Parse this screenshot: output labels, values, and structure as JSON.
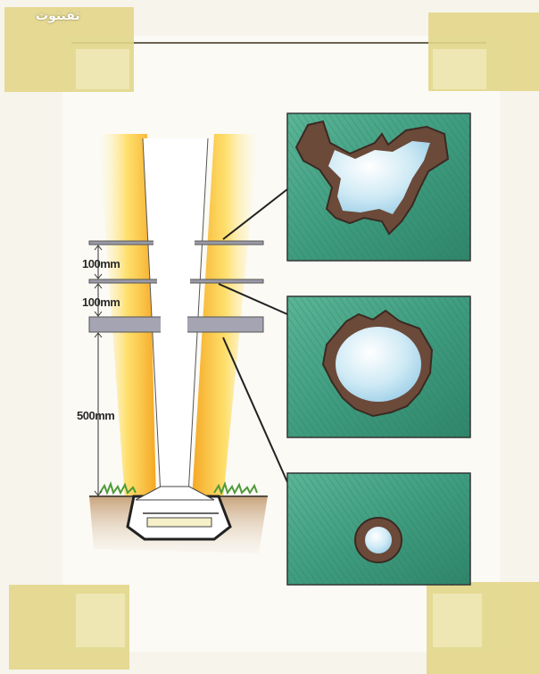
{
  "logo": {
    "text": "ثفبثوث"
  },
  "labels": {
    "gap_upper": "100mm",
    "gap_middle": "100mm",
    "gap_lower": "500mm"
  },
  "colors": {
    "paper": "#fbfaf5",
    "tape": "#e2d68a",
    "flame_core": "#ffffff",
    "flame_glow": "#ffd84a",
    "flame_outer": "#f5a623",
    "sheet": "#9a9aa8",
    "screen_green": "#3f9c7f",
    "hole_blue": "#bfe3f2",
    "soil": "#b08a62",
    "grass": "#4f9a3a"
  },
  "panels": [
    {
      "name": "large-burn-hole"
    },
    {
      "name": "medium-burn-hole"
    },
    {
      "name": "small-burn-hole"
    }
  ]
}
